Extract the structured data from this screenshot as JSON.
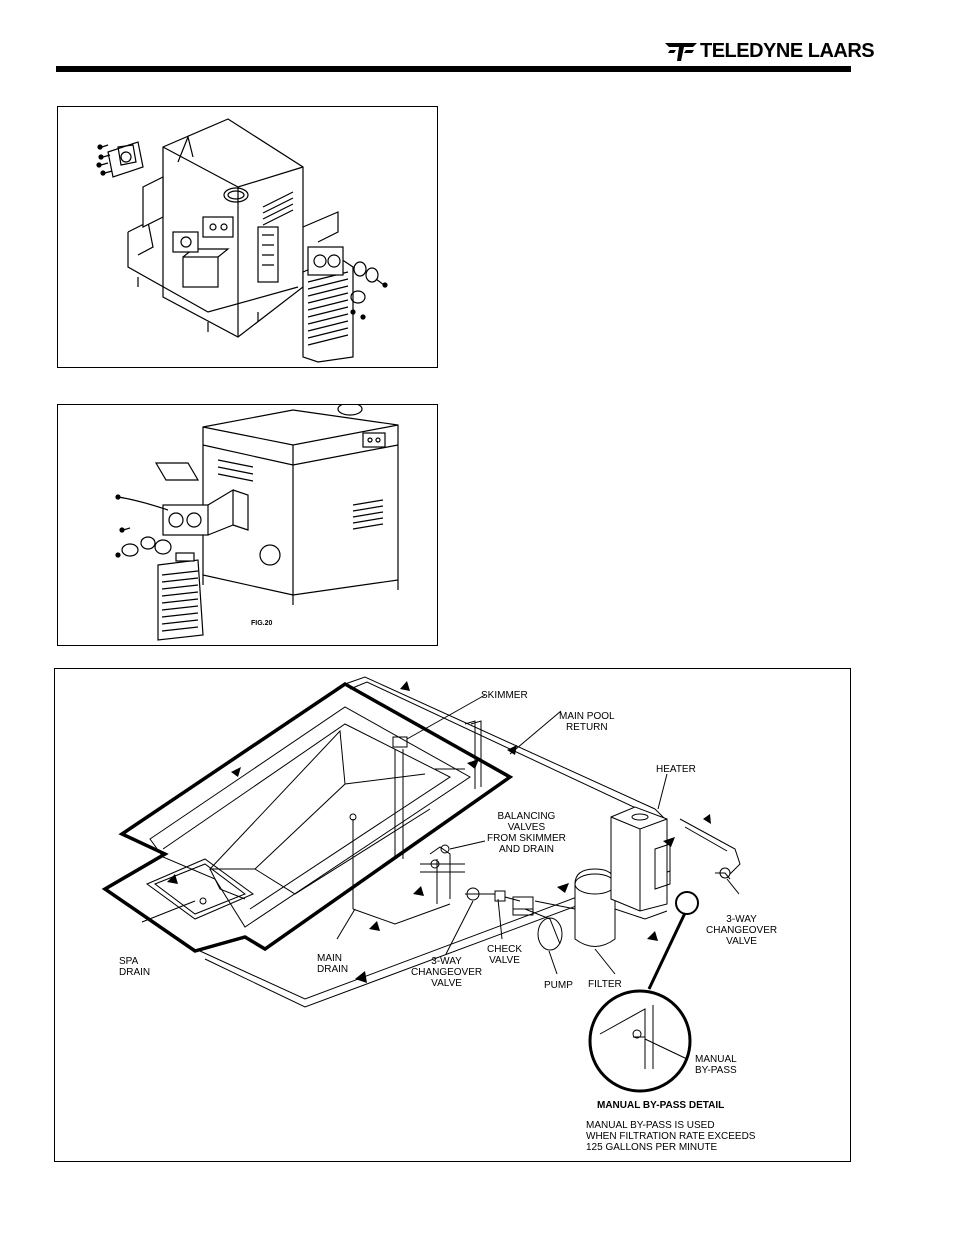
{
  "header": {
    "brand": "TELEDYNE LAARS"
  },
  "figure2": {
    "tag": "FIG.20"
  },
  "figure3": {
    "labels": {
      "skimmer": "SKIMMER",
      "main_pool_return_1": "MAIN POOL",
      "main_pool_return_2": "RETURN",
      "heater": "HEATER",
      "balancing_1": "BALANCING",
      "balancing_2": "VALVES",
      "balancing_3": "FROM SKIMMER",
      "balancing_4": "AND DRAIN",
      "spa_drain_1": "SPA",
      "spa_drain_2": "DRAIN",
      "main_drain_1": "MAIN",
      "main_drain_2": "DRAIN",
      "changeover_left_1": "3-WAY",
      "changeover_left_2": "CHANGEOVER",
      "changeover_left_3": "VALVE",
      "check_valve_1": "CHECK",
      "check_valve_2": "VALVE",
      "pump": "PUMP",
      "filter": "FILTER",
      "changeover_right_1": "3-WAY",
      "changeover_right_2": "CHANGEOVER",
      "changeover_right_3": "VALVE",
      "manual_bypass_1": "MANUAL",
      "manual_bypass_2": "BY-PASS",
      "detail_title": "MANUAL BY-PASS DETAIL",
      "note_1": "MANUAL BY-PASS IS USED",
      "note_2": "WHEN FILTRATION RATE EXCEEDS",
      "note_3": "125 GALLONS PER MINUTE"
    }
  }
}
